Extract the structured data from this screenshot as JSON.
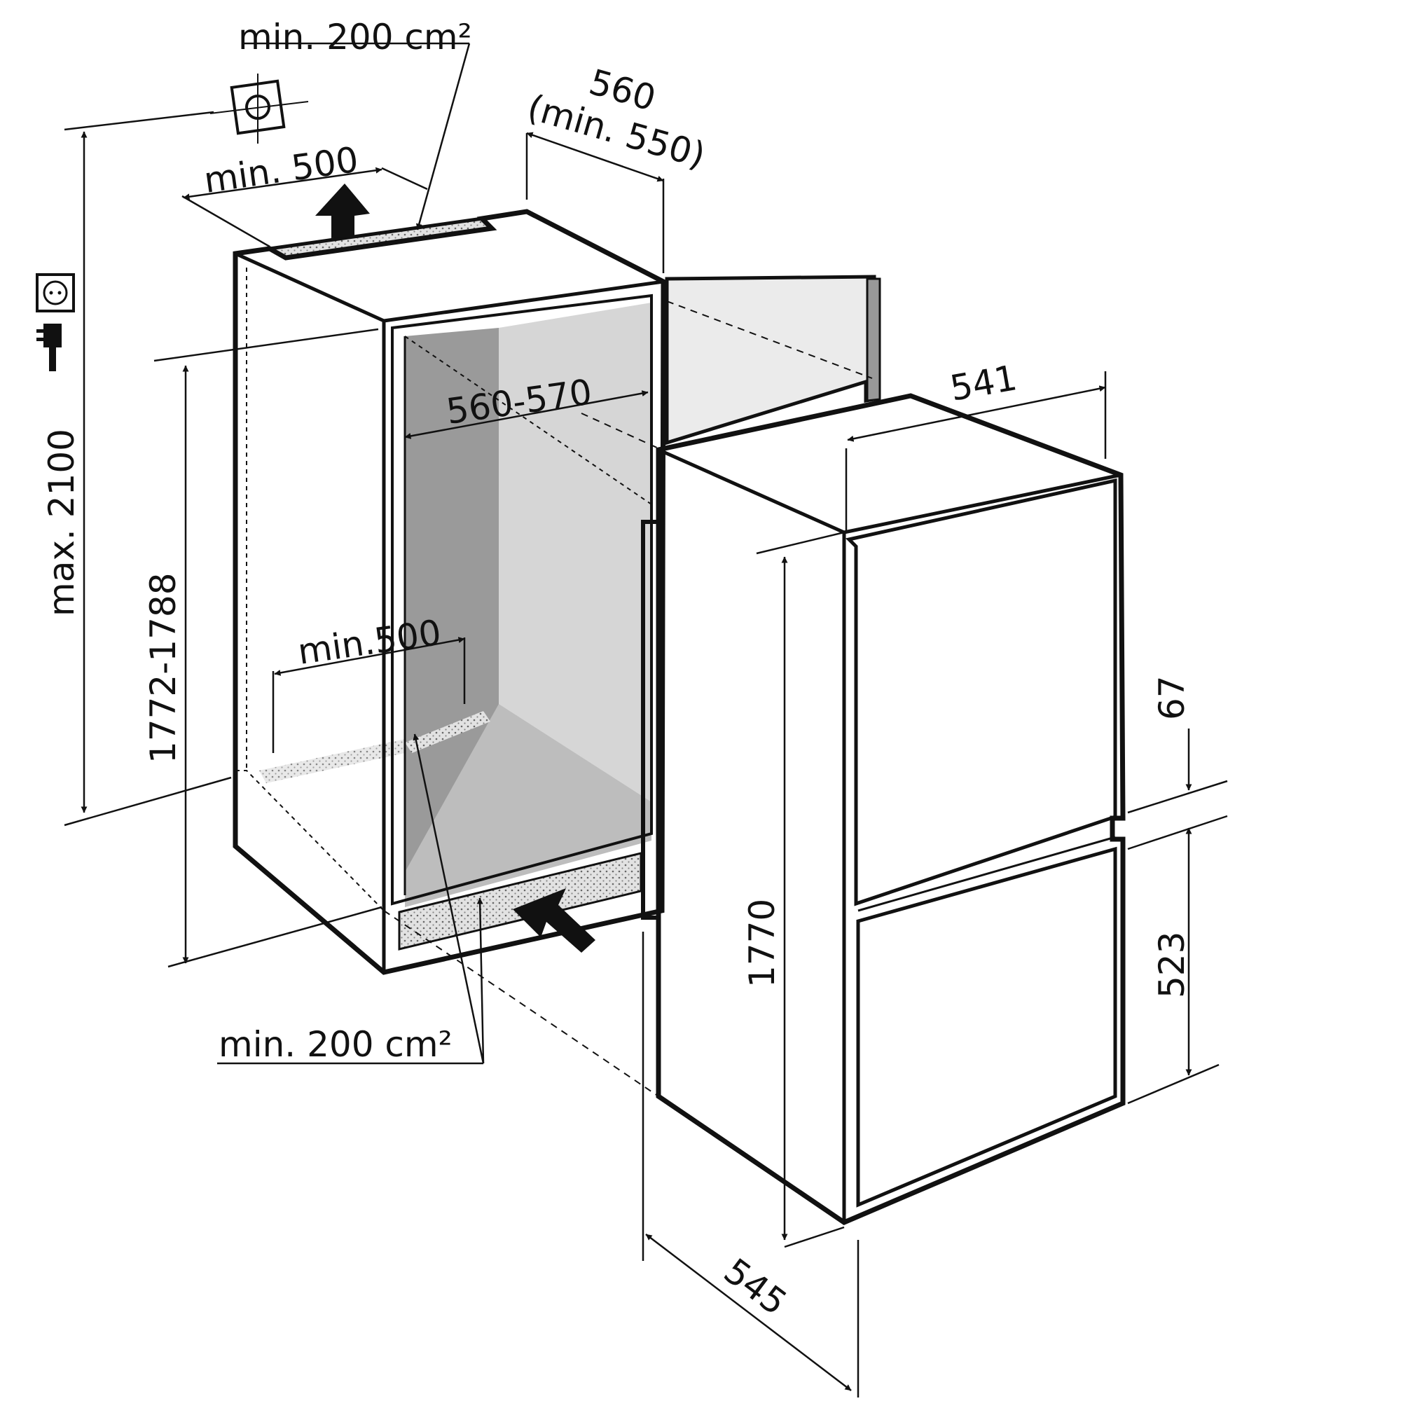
{
  "labels": {
    "vent_top_area": "min. 200 cm²",
    "cabinet_depth": "560",
    "cabinet_depth_min": "(min. 550)",
    "vent_top_width": "min. 500",
    "appliance_width": "541",
    "niche_width": "560-570",
    "niche_height": "1772-1788",
    "max_height": "max. 2100",
    "vent_bottom_width": "min.500",
    "appliance_height": "1770",
    "upper_gap": "67",
    "lower_door_height": "523",
    "vent_bottom_area": "min. 200 cm²",
    "appliance_depth": "545"
  },
  "colors": {
    "line": "#111111",
    "niche_back": "#d6d6d6",
    "niche_side": "#9a9a9a",
    "niche_floor": "#bdbdbd",
    "door_panel": "#ebebeb",
    "vent_grille": "#e2e2e2"
  },
  "icons": [
    "ventilation-outlet-icon",
    "power-socket-icon",
    "power-plug-icon"
  ]
}
